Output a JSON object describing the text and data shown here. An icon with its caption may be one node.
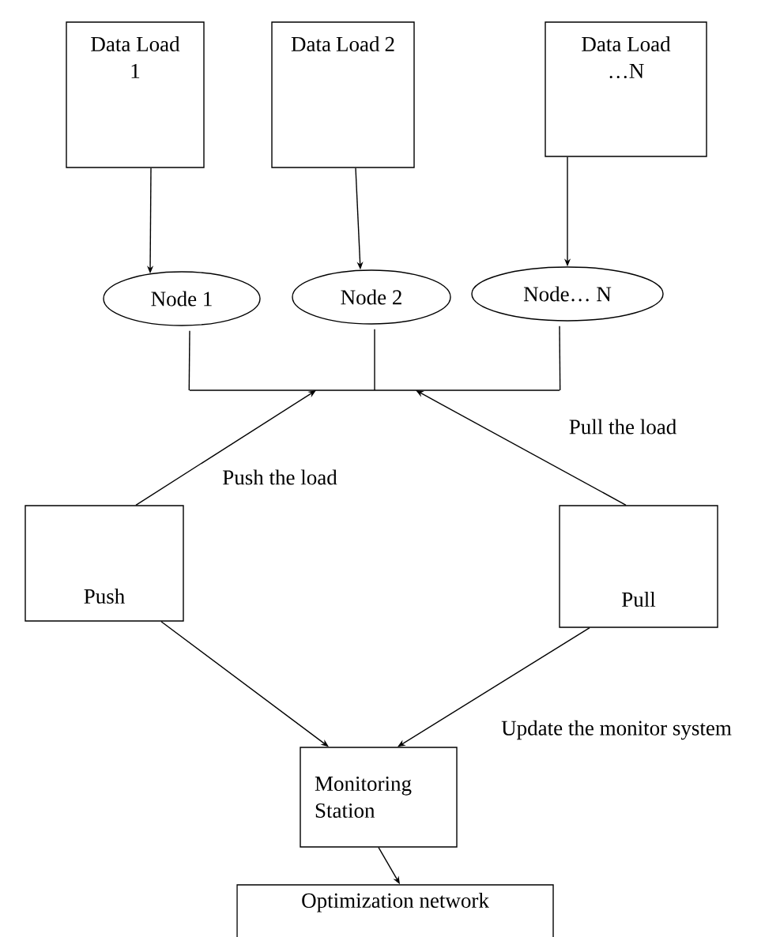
{
  "diagram": {
    "nodes": [
      {
        "text": [
          "Data Load 1"
        ]
      },
      {
        "text": [
          "Data Load 2"
        ]
      },
      {
        "text": [
          "Data Load …N"
        ]
      },
      {
        "text": [
          "Node 1"
        ]
      },
      {
        "text": [
          "Node 2"
        ]
      },
      {
        "text": [
          "Node… N"
        ]
      },
      {
        "text": [],
        "shape": "bar"
      },
      {
        "text": [
          "Push"
        ]
      },
      {
        "text": [
          "Pull"
        ]
      },
      {
        "text": [
          "Monitoring Station"
        ]
      },
      {
        "text": [
          "Optimization network"
        ]
      }
    ],
    "edges": [
      {
        "from": 0,
        "to": 3,
        "arrow": "to"
      },
      {
        "from": 1,
        "to": 4,
        "arrow": "to"
      },
      {
        "from": 2,
        "to": 5,
        "arrow": "to"
      },
      {
        "from": 3,
        "to": 6,
        "arrow": "none"
      },
      {
        "from": 4,
        "to": 6,
        "arrow": "none"
      },
      {
        "from": 5,
        "to": 6,
        "arrow": "none"
      },
      {
        "from": 7,
        "to": 6,
        "arrow": "to",
        "label": "Push the load"
      },
      {
        "from": 8,
        "to": 6,
        "arrow": "to",
        "label": "Pull the load"
      },
      {
        "from": 7,
        "to": 9,
        "arrow": "to"
      },
      {
        "from": 8,
        "to": 9,
        "arrow": "to",
        "label": "Update the monitor system"
      },
      {
        "from": 9,
        "to": 10,
        "arrow": "to"
      }
    ]
  }
}
